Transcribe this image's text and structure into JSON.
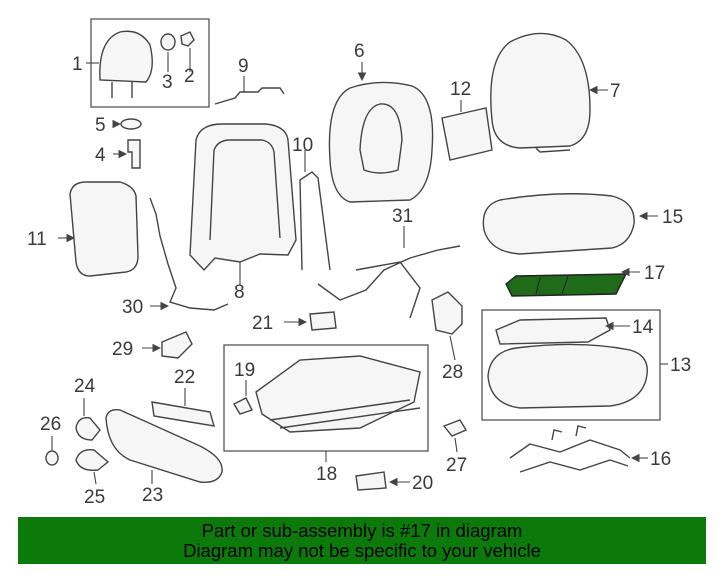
{
  "callouts": {
    "n1": "1",
    "n2": "2",
    "n3": "3",
    "n4": "4",
    "n5": "5",
    "n6": "6",
    "n7": "7",
    "n8": "8",
    "n9": "9",
    "n10": "10",
    "n11": "11",
    "n12": "12",
    "n13": "13",
    "n14": "14",
    "n15": "15",
    "n16": "16",
    "n17": "17",
    "n18": "18",
    "n19": "19",
    "n20": "20",
    "n21": "21",
    "n22": "22",
    "n23": "23",
    "n24": "24",
    "n25": "25",
    "n26": "26",
    "n27": "27",
    "n28": "28",
    "n29": "29",
    "n30": "30",
    "n31": "31"
  },
  "highlight": {
    "part": "17",
    "color": "#1f6b1a"
  },
  "banner": {
    "line1": "Part or sub-assembly is #17 in diagram",
    "line2": "Diagram may not be specific to your vehicle",
    "color": "#0b7a0b"
  }
}
